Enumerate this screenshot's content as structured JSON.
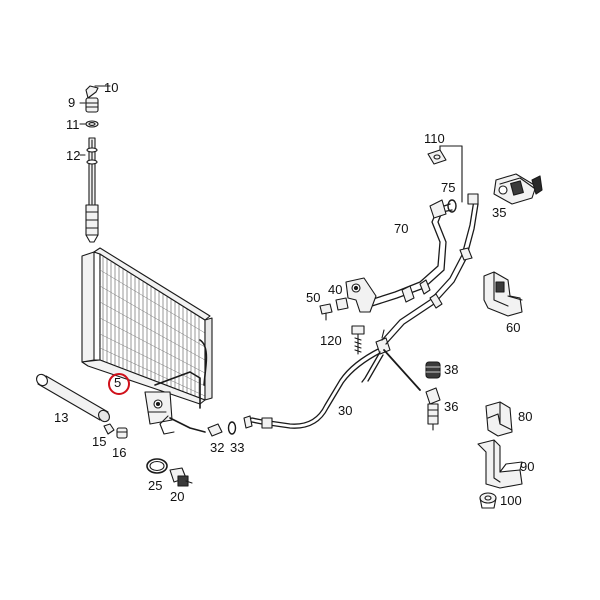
{
  "diagram": {
    "labels": {
      "p5": "5",
      "p9": "9",
      "p10": "10",
      "p11": "11",
      "p12": "12",
      "p13": "13",
      "p15": "15",
      "p16": "16",
      "p20": "20",
      "p25": "25",
      "p30": "30",
      "p32": "32",
      "p33": "33",
      "p35": "35",
      "p36": "36",
      "p38": "38",
      "p40": "40",
      "p50": "50",
      "p60": "60",
      "p70": "70",
      "p75": "75",
      "p80": "80",
      "p90": "90",
      "p100": "100",
      "p110": "110",
      "p120": "120"
    },
    "colors": {
      "line": "#1a1a1a",
      "fill": "#f2f2f2",
      "shade": "#9a9a9a",
      "highlight": "#d0101a"
    }
  }
}
